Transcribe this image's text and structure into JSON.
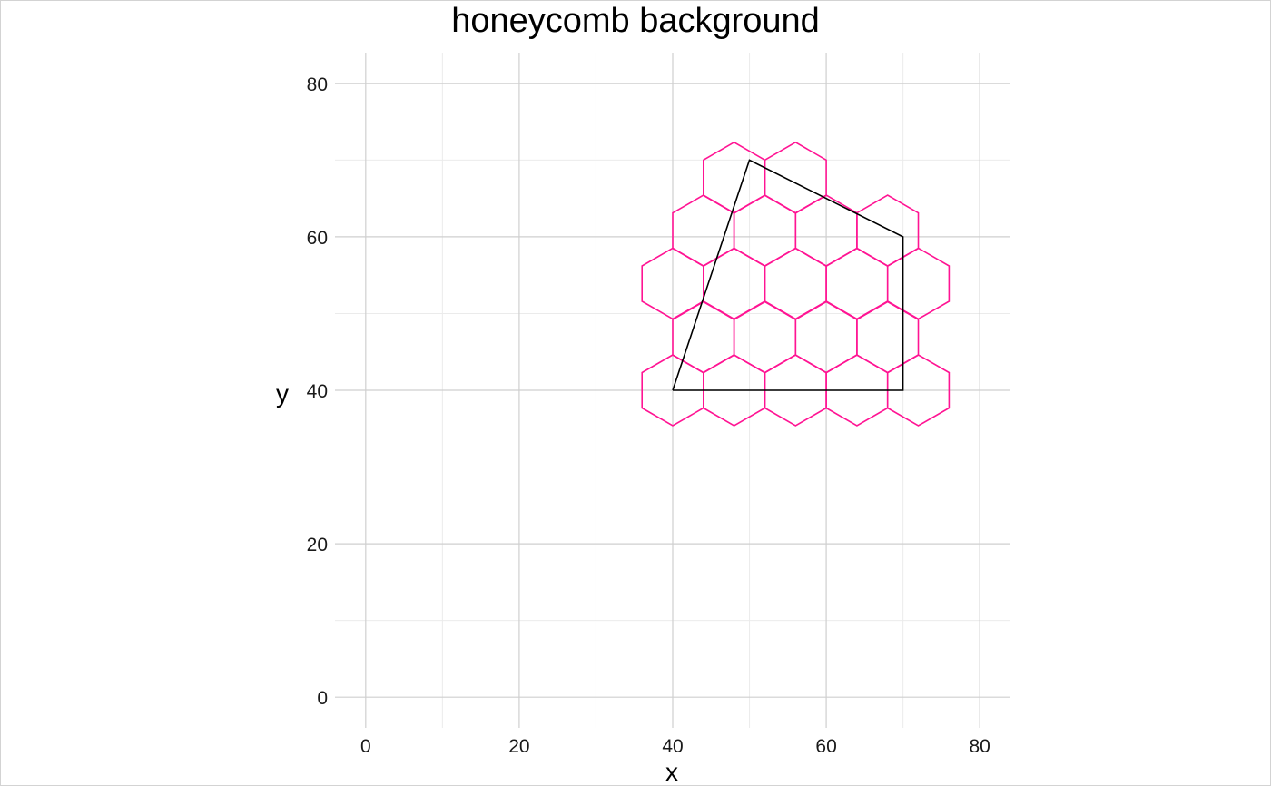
{
  "chart_data": {
    "type": "polygon-hexbin",
    "title": "honeycomb background",
    "xlabel": "x",
    "ylabel": "y",
    "xlim": [
      -4,
      84
    ],
    "ylim": [
      -4,
      84
    ],
    "x_ticks": [
      0,
      20,
      40,
      60,
      80
    ],
    "y_ticks": [
      0,
      20,
      40,
      60,
      80
    ],
    "grid": true,
    "polygon": {
      "color": "#000000",
      "points": [
        [
          40,
          40
        ],
        [
          50,
          70
        ],
        [
          70,
          60
        ],
        [
          70,
          40
        ],
        [
          40,
          40
        ]
      ]
    },
    "hexagons": {
      "color": "#ff1493",
      "centers": [
        [
          40,
          40
        ],
        [
          48,
          40
        ],
        [
          56,
          40
        ],
        [
          64,
          40
        ],
        [
          72,
          40
        ],
        [
          44,
          46.9
        ],
        [
          52,
          46.9
        ],
        [
          60,
          46.9
        ],
        [
          68,
          46.9
        ],
        [
          40,
          53.9
        ],
        [
          48,
          53.9
        ],
        [
          56,
          53.9
        ],
        [
          64,
          53.9
        ],
        [
          72,
          53.9
        ],
        [
          44,
          60.8
        ],
        [
          52,
          60.8
        ],
        [
          60,
          60.8
        ],
        [
          68,
          60.8
        ],
        [
          48,
          67.7
        ],
        [
          56,
          67.7
        ]
      ]
    }
  }
}
